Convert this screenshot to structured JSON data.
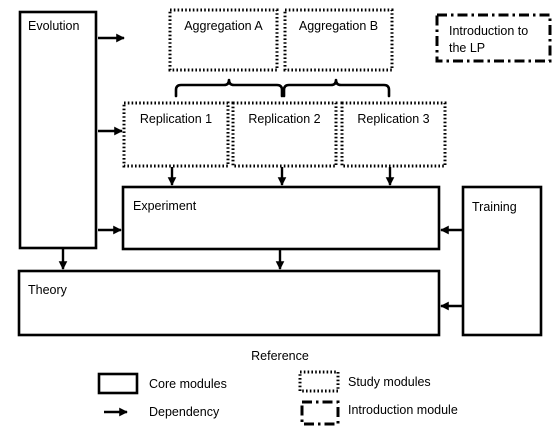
{
  "modules": {
    "evolution": "Evolution",
    "aggregation_a": "Aggregation A",
    "aggregation_b": "Aggregation B",
    "introduction_line1": "Introduction to",
    "introduction_line2": "the LP",
    "replication_1": "Replication 1",
    "replication_2": "Replication 2",
    "replication_3": "Replication 3",
    "experiment": "Experiment",
    "training": "Training",
    "theory": "Theory"
  },
  "legend": {
    "title": "Reference",
    "core": "Core modules",
    "study": "Study modules",
    "dependency": "Dependency",
    "introduction": "Introduction module"
  },
  "colors": {
    "stroke": "#000000",
    "background": "#ffffff"
  }
}
